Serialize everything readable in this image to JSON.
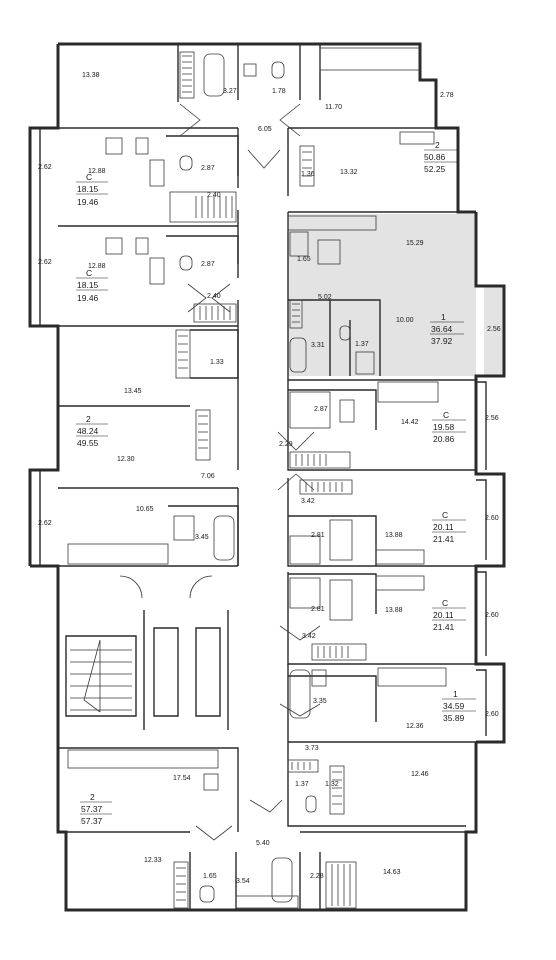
{
  "rooms": [
    {
      "id": "r1",
      "text": "13.38"
    },
    {
      "id": "r2",
      "text": "3.27"
    },
    {
      "id": "r3",
      "text": "1.78"
    },
    {
      "id": "r4",
      "text": "11.70"
    },
    {
      "id": "r5",
      "text": "2.78"
    },
    {
      "id": "r6",
      "text": "6.05"
    },
    {
      "id": "r7",
      "text": "2.62"
    },
    {
      "id": "r8",
      "text": "12.88"
    },
    {
      "id": "r9",
      "text": "2.87"
    },
    {
      "id": "r10",
      "text": "2.40"
    },
    {
      "id": "r11",
      "text": "1.36"
    },
    {
      "id": "r12",
      "text": "13.32"
    },
    {
      "id": "r13",
      "text": "2.62"
    },
    {
      "id": "r14",
      "text": "12.88"
    },
    {
      "id": "r15",
      "text": "2.87"
    },
    {
      "id": "r16",
      "text": "2.40"
    },
    {
      "id": "r17",
      "text": "15.29"
    },
    {
      "id": "r18",
      "text": "1.65"
    },
    {
      "id": "r19",
      "text": "5.02"
    },
    {
      "id": "r20",
      "text": "10.00"
    },
    {
      "id": "r21",
      "text": "2.56"
    },
    {
      "id": "r22",
      "text": "3.31"
    },
    {
      "id": "r23",
      "text": "1.37"
    },
    {
      "id": "r24",
      "text": "1.33"
    },
    {
      "id": "r25",
      "text": "13.45"
    },
    {
      "id": "r26",
      "text": "2.87"
    },
    {
      "id": "r27",
      "text": "14.42"
    },
    {
      "id": "r28",
      "text": "2.56"
    },
    {
      "id": "r29",
      "text": "2.29"
    },
    {
      "id": "r30",
      "text": "12.30"
    },
    {
      "id": "r31",
      "text": "7.06"
    },
    {
      "id": "r32",
      "text": "3.42"
    },
    {
      "id": "r33",
      "text": "10.65"
    },
    {
      "id": "r34",
      "text": "2.62"
    },
    {
      "id": "r35",
      "text": "3.45"
    },
    {
      "id": "r36",
      "text": "2.81"
    },
    {
      "id": "r37",
      "text": "13.88"
    },
    {
      "id": "r38",
      "text": "2.60"
    },
    {
      "id": "r39",
      "text": "2.81"
    },
    {
      "id": "r40",
      "text": "13.88"
    },
    {
      "id": "r41",
      "text": "2.60"
    },
    {
      "id": "r42",
      "text": "3.42"
    },
    {
      "id": "r43",
      "text": "3.35"
    },
    {
      "id": "r44",
      "text": "12.36"
    },
    {
      "id": "r45",
      "text": "2.60"
    },
    {
      "id": "r46",
      "text": "3.73"
    },
    {
      "id": "r47",
      "text": "17.54"
    },
    {
      "id": "r48",
      "text": "1.37"
    },
    {
      "id": "r49",
      "text": "1.32"
    },
    {
      "id": "r50",
      "text": "12.46"
    },
    {
      "id": "r51",
      "text": "5.40"
    },
    {
      "id": "r52",
      "text": "12.33"
    },
    {
      "id": "r53",
      "text": "1.65"
    },
    {
      "id": "r54",
      "text": "3.54"
    },
    {
      "id": "r55",
      "text": "2.28"
    },
    {
      "id": "r56",
      "text": "14.63"
    }
  ],
  "apartments": [
    {
      "id": "a1",
      "type": "2",
      "area": "50.86",
      "total": "52.25"
    },
    {
      "id": "a2",
      "type": "С",
      "area": "18.15",
      "total": "19.46"
    },
    {
      "id": "a3",
      "type": "С",
      "area": "18.15",
      "total": "19.46"
    },
    {
      "id": "a4",
      "type": "1",
      "area": "36.64",
      "total": "37.92"
    },
    {
      "id": "a5",
      "type": "2",
      "area": "48.24",
      "total": "49.55"
    },
    {
      "id": "a6",
      "type": "С",
      "area": "19.58",
      "total": "20.86"
    },
    {
      "id": "a7",
      "type": "С",
      "area": "20.11",
      "total": "21.41"
    },
    {
      "id": "a8",
      "type": "С",
      "area": "20.11",
      "total": "21.41"
    },
    {
      "id": "a9",
      "type": "1",
      "area": "34.59",
      "total": "35.89"
    },
    {
      "id": "a10",
      "type": "2",
      "area": "57.37",
      "total": "57.37"
    }
  ],
  "highlight_color": "#e3e3e3"
}
